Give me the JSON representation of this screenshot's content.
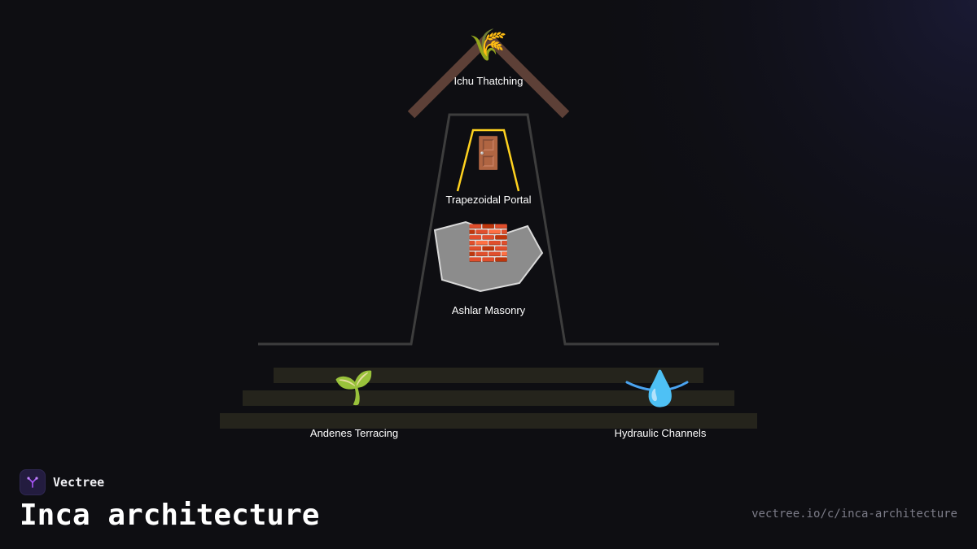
{
  "brand": {
    "name": "Vectree",
    "logo_icon": "vectree-tree-logo-icon",
    "accent": "#a855f7"
  },
  "page": {
    "title": "Inca architecture",
    "url": "vectree.io/c/inca-architecture"
  },
  "diagram": {
    "nodes": [
      {
        "id": "ichu",
        "label": "Ichu Thatching",
        "icon": "sheaf-of-rice-icon",
        "glyph": "🌾"
      },
      {
        "id": "portal",
        "label": "Trapezoidal Portal",
        "icon": "door-icon",
        "glyph": "🚪"
      },
      {
        "id": "masonry",
        "label": "Ashlar Masonry",
        "icon": "brick-icon",
        "glyph": "🧱"
      },
      {
        "id": "andenes",
        "label": "Andenes Terracing",
        "icon": "seedling-icon",
        "glyph": "🌱"
      },
      {
        "id": "hydraulic",
        "label": "Hydraulic Channels",
        "icon": "droplet-icon",
        "glyph": "💧"
      }
    ],
    "colors": {
      "background": "#0e0e12",
      "roof": "#5d4037",
      "wall_outline": "#3d3d3d",
      "portal_outline": "#ffd21f",
      "stone_fill": "#8c8c8c",
      "stone_outline": "#d9d9d9",
      "terrace": "#25241c",
      "water": "#4aa3f0"
    }
  }
}
